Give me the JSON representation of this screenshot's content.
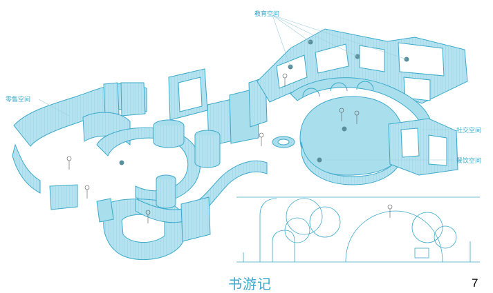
{
  "labels": {
    "education_space": "教育空间",
    "retail_space": "零售空间",
    "social_space": "社交空间",
    "dining_space": "餐饮空间"
  },
  "title": "书游记",
  "page_number": "7",
  "colors": {
    "accent": "#3aa9c9",
    "fill": "#a9deec",
    "fill_dark": "#6fc5dc",
    "line": "#3aa9c9"
  }
}
